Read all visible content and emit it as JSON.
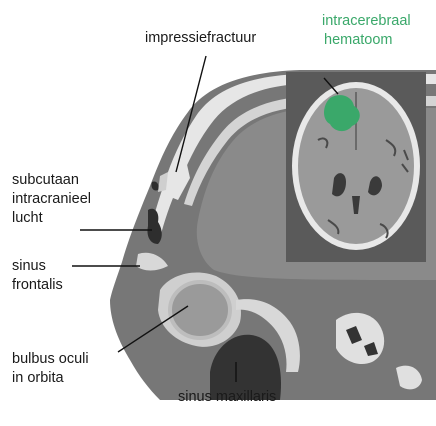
{
  "labels": {
    "impressiefractuur": "impressiefractuur",
    "intracerebraal_line1": "intracerebraal",
    "intracerebraal_line2": "hematoom",
    "subcutaan_line1": "subcutaan",
    "subcutaan_line2": "intracranieel",
    "subcutaan_line3": "lucht",
    "sinus_frontalis_line1": "sinus",
    "sinus_frontalis_line2": "frontalis",
    "bulbus_line1": "bulbus oculi",
    "bulbus_line2": "in orbita",
    "sinus_maxillaris": "sinus maxillaris"
  },
  "colors": {
    "hematoma": "#3aa86a",
    "scan_background": "#777777",
    "bone": "#e6e6e6",
    "dark_cavity": "#333333",
    "text": "#1a1a1a"
  }
}
